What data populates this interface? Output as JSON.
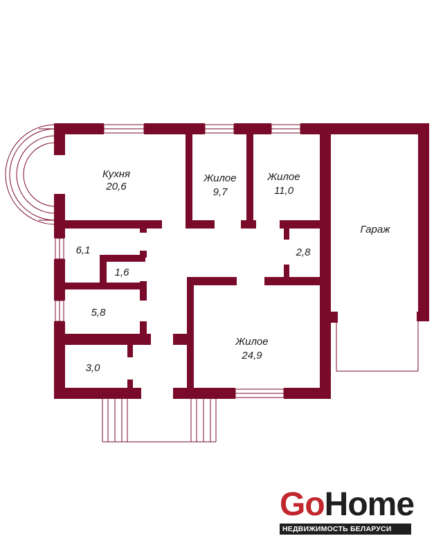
{
  "plan": {
    "wall_color": "#7a0a2a",
    "rooms": [
      {
        "id": "kitchen",
        "name": "Кухня",
        "area": "20,6"
      },
      {
        "id": "living-1",
        "name": "Жилое",
        "area": "9,7"
      },
      {
        "id": "living-2",
        "name": "Жилое",
        "area": "11,0"
      },
      {
        "id": "garage",
        "name": "Гараж",
        "area": ""
      },
      {
        "id": "room-6-1",
        "name": "",
        "area": "6,1"
      },
      {
        "id": "room-1-6",
        "name": "",
        "area": "1,6"
      },
      {
        "id": "room-2-8",
        "name": "",
        "area": "2,8"
      },
      {
        "id": "room-5-8",
        "name": "",
        "area": "5,8"
      },
      {
        "id": "room-3-0",
        "name": "",
        "area": "3,0"
      },
      {
        "id": "living-3",
        "name": "Жилое",
        "area": "24,9"
      }
    ]
  },
  "logo": {
    "go": "Go",
    "home": "Home",
    "tagline": "НЕДВИЖИМОСТЬ БЕЛАРУСИ",
    "go_color": "#c1272d",
    "home_color": "#1f1f1f"
  }
}
